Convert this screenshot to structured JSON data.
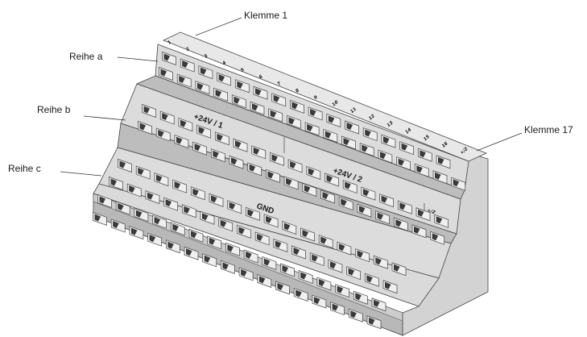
{
  "callouts": {
    "klemme_1": "Klemme 1",
    "klemme_17": "Klemme 17",
    "reihe_a": "Reihe a",
    "reihe_b": "Reihe b",
    "reihe_c": "Reihe c"
  },
  "terminal_numbers": [
    "1",
    "2",
    "3",
    "4",
    "5",
    "6",
    "7",
    "8",
    "9",
    "10",
    "11",
    "12",
    "13",
    "14",
    "15",
    "16",
    "+/2"
  ],
  "bus_labels": {
    "row_b_left": "+24V / 1",
    "row_b_right": "+24V / 2",
    "row_c_center": "GND",
    "row_c_end": "+/2"
  },
  "colors": {
    "strip_light": "#d9d9d9",
    "strip_mid": "#c4c4c4",
    "top_face": "#e6e6e6",
    "side_face": "#cfcfcf",
    "outline": "#444444",
    "socket_light": "#efefef",
    "socket_dark": "#3a3a3a"
  }
}
